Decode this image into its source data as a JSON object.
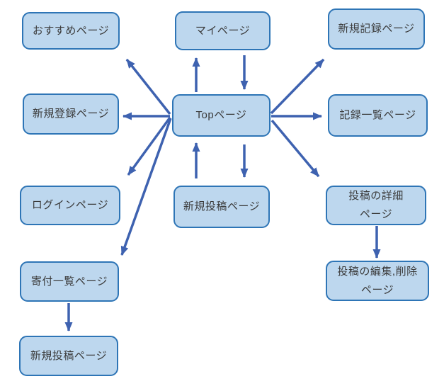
{
  "diagram": {
    "title": "page-transition-diagram",
    "nodes": [
      {
        "id": "osusume",
        "label": "おすすめページ"
      },
      {
        "id": "mypage",
        "label": "マイページ"
      },
      {
        "id": "new-record",
        "label": "新規記録ページ"
      },
      {
        "id": "signup",
        "label": "新規登録ページ"
      },
      {
        "id": "top",
        "label": "Topページ"
      },
      {
        "id": "record-list",
        "label": "記録一覧ページ"
      },
      {
        "id": "login",
        "label": "ログインページ"
      },
      {
        "id": "new-post-center",
        "label": "新規投稿ページ"
      },
      {
        "id": "post-detail",
        "label": "投稿の詳細\nページ"
      },
      {
        "id": "donation-list",
        "label": "寄付一覧ページ"
      },
      {
        "id": "post-edit-delete",
        "label": "投稿の編集,削除\nページ"
      },
      {
        "id": "new-post-bottom",
        "label": "新規投稿ページ"
      }
    ],
    "edges": [
      {
        "from": "top",
        "to": "mypage",
        "style": "arrow-up"
      },
      {
        "from": "mypage",
        "to": "top",
        "style": "arrow-down"
      },
      {
        "from": "new-post-center",
        "to": "top",
        "style": "arrow-up"
      },
      {
        "from": "top",
        "to": "new-post-center",
        "style": "arrow-down"
      },
      {
        "from": "top",
        "to": "osusume",
        "style": "arrow-diagonal"
      },
      {
        "from": "top",
        "to": "signup",
        "style": "arrow-left"
      },
      {
        "from": "top",
        "to": "login",
        "style": "arrow-diagonal"
      },
      {
        "from": "top",
        "to": "donation-list",
        "style": "arrow-diagonal"
      },
      {
        "from": "top",
        "to": "new-record",
        "style": "arrow-diagonal"
      },
      {
        "from": "top",
        "to": "record-list",
        "style": "arrow-right"
      },
      {
        "from": "top",
        "to": "post-detail",
        "style": "arrow-diagonal"
      },
      {
        "from": "donation-list",
        "to": "new-post-bottom",
        "style": "arrow-down"
      },
      {
        "from": "post-detail",
        "to": "post-edit-delete",
        "style": "arrow-down"
      }
    ],
    "colors": {
      "node_fill": "#BDD7EE",
      "node_border": "#2E75B6",
      "arrow": "#3E62B0",
      "text": "#3B3B3B",
      "canvas_bg": "#FFFFFF"
    }
  }
}
